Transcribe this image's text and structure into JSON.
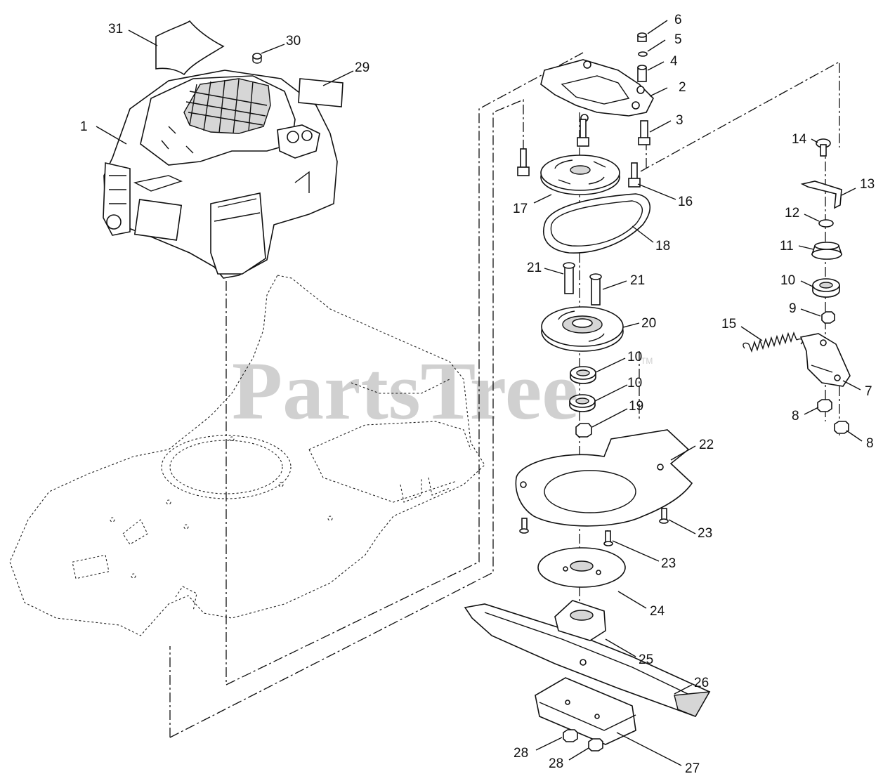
{
  "watermark": {
    "text": "PartsTree",
    "trademark": "TM"
  },
  "callouts": [
    {
      "id": "c1",
      "label": "1"
    },
    {
      "id": "c2",
      "label": "2"
    },
    {
      "id": "c3",
      "label": "3"
    },
    {
      "id": "c4",
      "label": "4"
    },
    {
      "id": "c5",
      "label": "5"
    },
    {
      "id": "c6",
      "label": "6"
    },
    {
      "id": "c7",
      "label": "7"
    },
    {
      "id": "c8a",
      "label": "8"
    },
    {
      "id": "c8b",
      "label": "8"
    },
    {
      "id": "c9",
      "label": "9"
    },
    {
      "id": "c10a",
      "label": "10"
    },
    {
      "id": "c10b",
      "label": "10"
    },
    {
      "id": "c10c",
      "label": "10"
    },
    {
      "id": "c11",
      "label": "11"
    },
    {
      "id": "c12",
      "label": "12"
    },
    {
      "id": "c13",
      "label": "13"
    },
    {
      "id": "c14",
      "label": "14"
    },
    {
      "id": "c15",
      "label": "15"
    },
    {
      "id": "c16",
      "label": "16"
    },
    {
      "id": "c17",
      "label": "17"
    },
    {
      "id": "c18",
      "label": "18"
    },
    {
      "id": "c19",
      "label": "19"
    },
    {
      "id": "c20",
      "label": "20"
    },
    {
      "id": "c21a",
      "label": "21"
    },
    {
      "id": "c21b",
      "label": "21"
    },
    {
      "id": "c22",
      "label": "22"
    },
    {
      "id": "c23a",
      "label": "23"
    },
    {
      "id": "c23b",
      "label": "23"
    },
    {
      "id": "c24",
      "label": "24"
    },
    {
      "id": "c25",
      "label": "25"
    },
    {
      "id": "c26",
      "label": "26"
    },
    {
      "id": "c27",
      "label": "27"
    },
    {
      "id": "c28a",
      "label": "28"
    },
    {
      "id": "c28b",
      "label": "28"
    },
    {
      "id": "c29",
      "label": "29"
    },
    {
      "id": "c30",
      "label": "30"
    },
    {
      "id": "c31",
      "label": "31"
    }
  ]
}
